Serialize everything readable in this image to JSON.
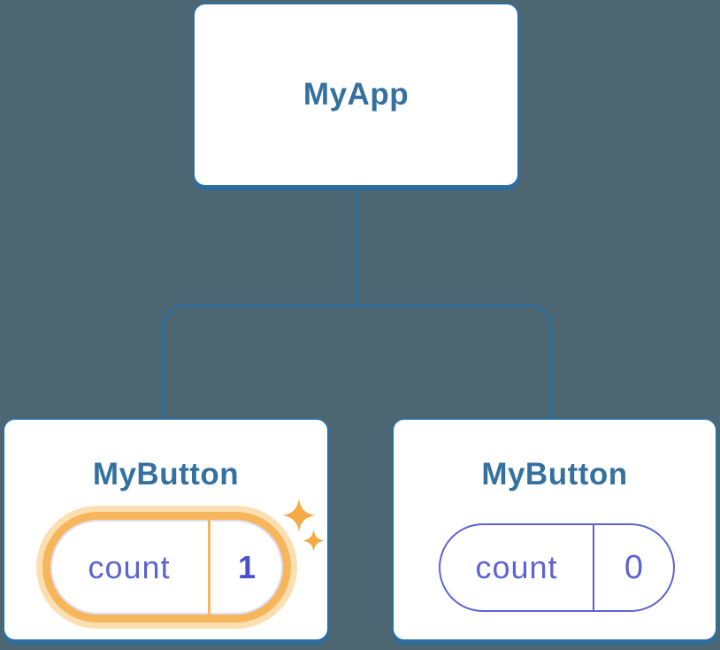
{
  "diagram": {
    "root": {
      "label": "MyApp"
    },
    "children": [
      {
        "label": "MyButton",
        "state": {
          "key": "count",
          "value": "1"
        },
        "highlighted": true
      },
      {
        "label": "MyButton",
        "state": {
          "key": "count",
          "value": "0"
        },
        "highlighted": false
      }
    ]
  },
  "colors": {
    "background": "#4C6771",
    "card_background": "#FFFFFF",
    "card_border": "#2F6F9E",
    "card_shadow": "#2E6B9D",
    "node_label": "#35719F",
    "connector": "#2F6F9E",
    "state_purple": "#5E63D2",
    "state_value_dark": "#4A50C8",
    "highlight_ring": "#F7B55C",
    "highlight_halo": "#FBDFB1",
    "sparkle": "#F6A947"
  }
}
